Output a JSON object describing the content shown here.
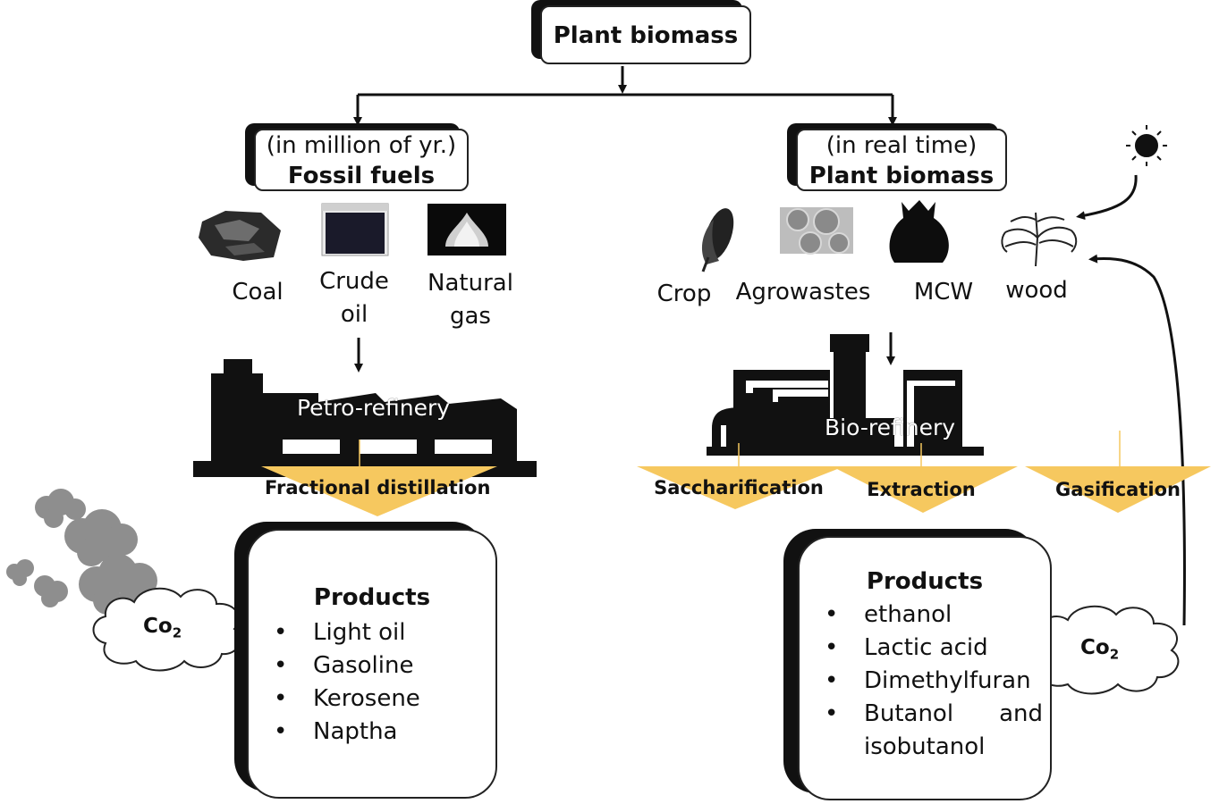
{
  "top": {
    "title": "Plant biomass"
  },
  "left": {
    "period": "(in million of yr.)",
    "title": "Fossil fuels",
    "sources": [
      {
        "label_line1": "Coal",
        "label_line2": "",
        "icon": "coal-icon"
      },
      {
        "label_line1": "Crude",
        "label_line2": "oil",
        "icon": "crude-oil-icon"
      },
      {
        "label_line1": "Natural",
        "label_line2": "gas",
        "icon": "natural-gas-icon"
      }
    ],
    "refinery": "Petro-refinery",
    "process": "Fractional distillation",
    "products_title": "Products",
    "products": [
      "Light oil",
      "Gasoline",
      "Kerosene",
      "Naptha"
    ],
    "emission_base": "Co",
    "emission_sub": "2"
  },
  "right": {
    "period": "(in real time)",
    "title": "Plant biomass",
    "sources": [
      {
        "label": "Crop",
        "icon": "corn-icon"
      },
      {
        "label": "Agrowastes",
        "icon": "hay-bales-icon"
      },
      {
        "label": "MCW",
        "icon": "garbage-bag-icon"
      },
      {
        "label": "wood",
        "icon": "tree-icon"
      }
    ],
    "refinery": "Bio-refinery",
    "processes": [
      "Saccharification",
      "Extraction",
      "Gasification"
    ],
    "products_title": "Products",
    "products": [
      "ethanol",
      "Lactic acid",
      "Dimethylfuran",
      "Butanol and isobutanol"
    ],
    "emission_base": "Co",
    "emission_sub": "2",
    "sun_icon": "sun-icon"
  },
  "colors": {
    "funnel": "#f6c85f",
    "ink": "#111111",
    "smoke": "#8e8e8e"
  }
}
